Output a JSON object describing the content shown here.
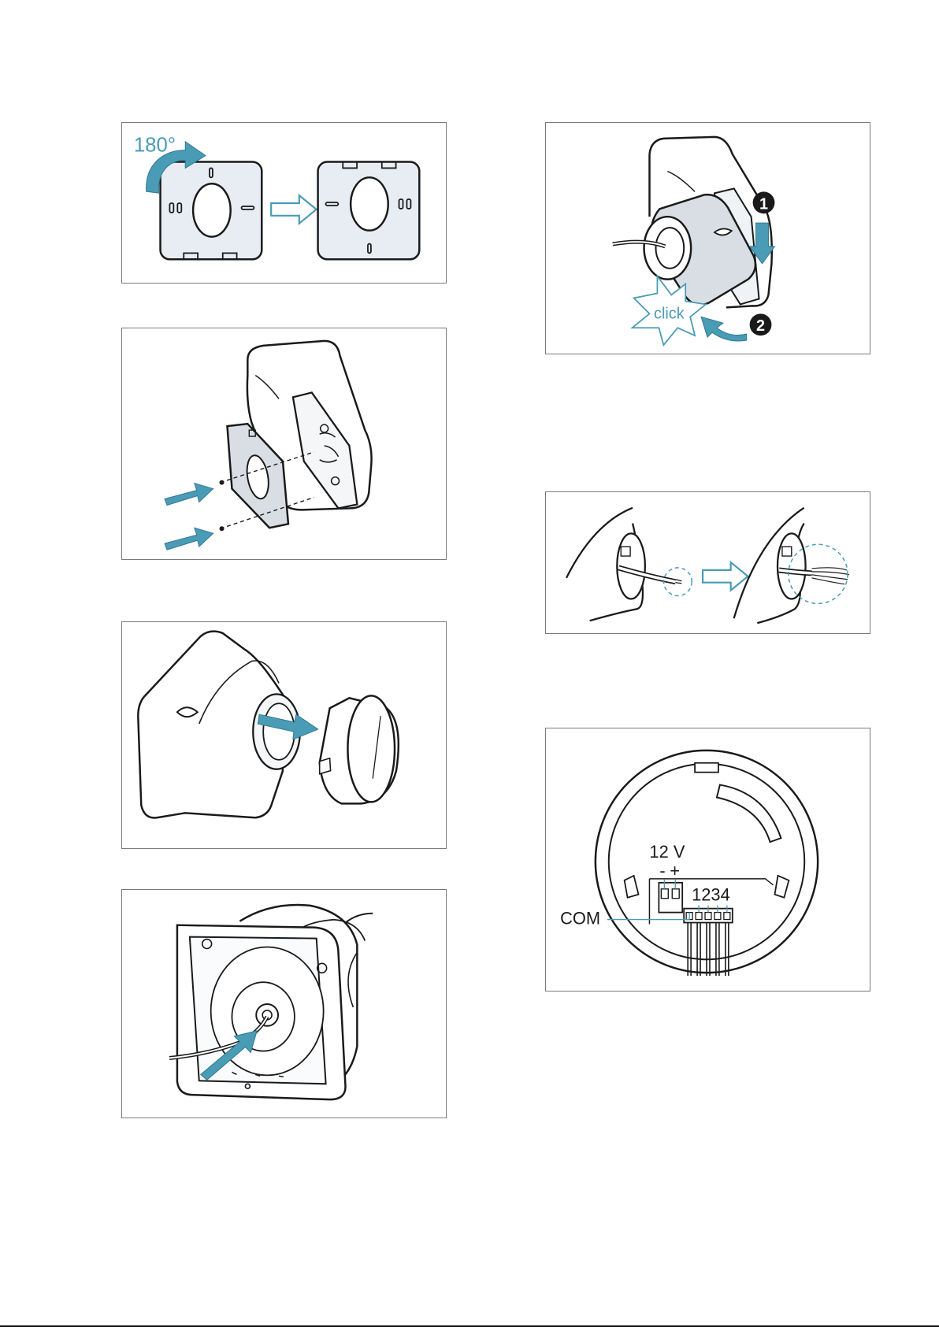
{
  "colors": {
    "accent": "#4a9bb5",
    "outline": "#1a1a1a",
    "part_fill": "#e8edf3",
    "frame": "#7a7a7a"
  },
  "panels": {
    "rotate": {
      "angle_label": "180°"
    },
    "lock": {
      "step1": "1",
      "step2": "2",
      "click_label": "click"
    },
    "wiring": {
      "voltage_label": "12 V",
      "minus_label": "-",
      "plus_label": "+",
      "terminals_label": "1234",
      "com_label": "COM"
    }
  }
}
